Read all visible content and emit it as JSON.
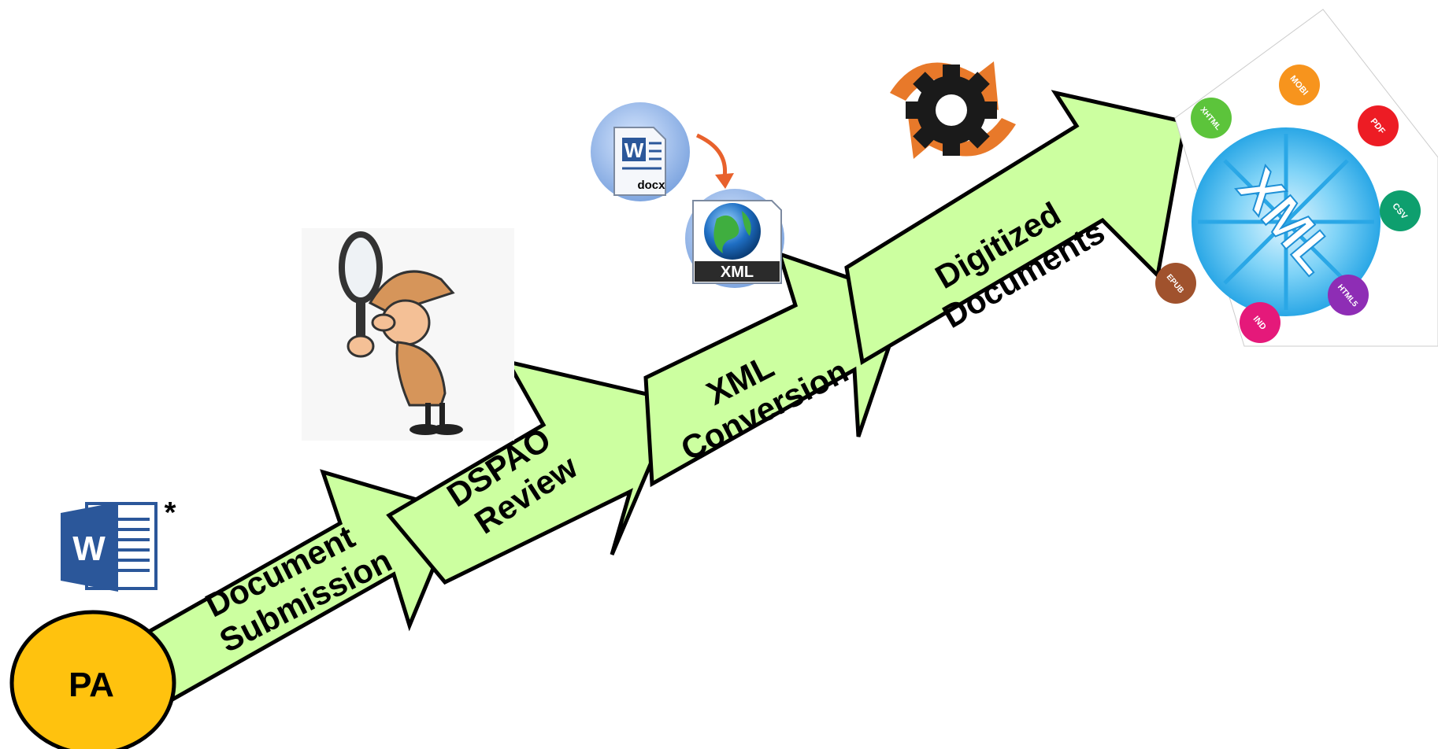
{
  "start_node": {
    "label": "PA",
    "color": "#FFC20E"
  },
  "word_marker": {
    "letter": "W",
    "asterisk": "*"
  },
  "steps": [
    {
      "line1": "Document",
      "line2": "Submission"
    },
    {
      "line1": "DSPAO",
      "line2": "Review"
    },
    {
      "line1": "XML",
      "line2": "Conversion"
    },
    {
      "line1": "Digitized",
      "line2": "Documents"
    }
  ],
  "conversion_icons": {
    "doc_label": "docx",
    "xml_label": "XML",
    "word_letter": "W"
  },
  "xml_hub": {
    "center_label": "XML",
    "formats": [
      {
        "label": "XHTML",
        "color": "#5CC43B"
      },
      {
        "label": "MOBI",
        "color": "#F7941D"
      },
      {
        "label": "PDF",
        "color": "#ED1C24"
      },
      {
        "label": "CSV",
        "color": "#0E9F6E"
      },
      {
        "label": "HTML5",
        "color": "#8E2DB5"
      },
      {
        "label": "IND",
        "color": "#E5197A"
      },
      {
        "label": "EPUB",
        "color": "#A0522D"
      }
    ]
  },
  "colors": {
    "arrow_fill": "#CCFFA0",
    "outline": "#000000",
    "gear": "#1a1a1a",
    "cycle_arrows": "#E8792A",
    "word_blue": "#2B579A",
    "hub_blue": "#3FB6F0"
  }
}
